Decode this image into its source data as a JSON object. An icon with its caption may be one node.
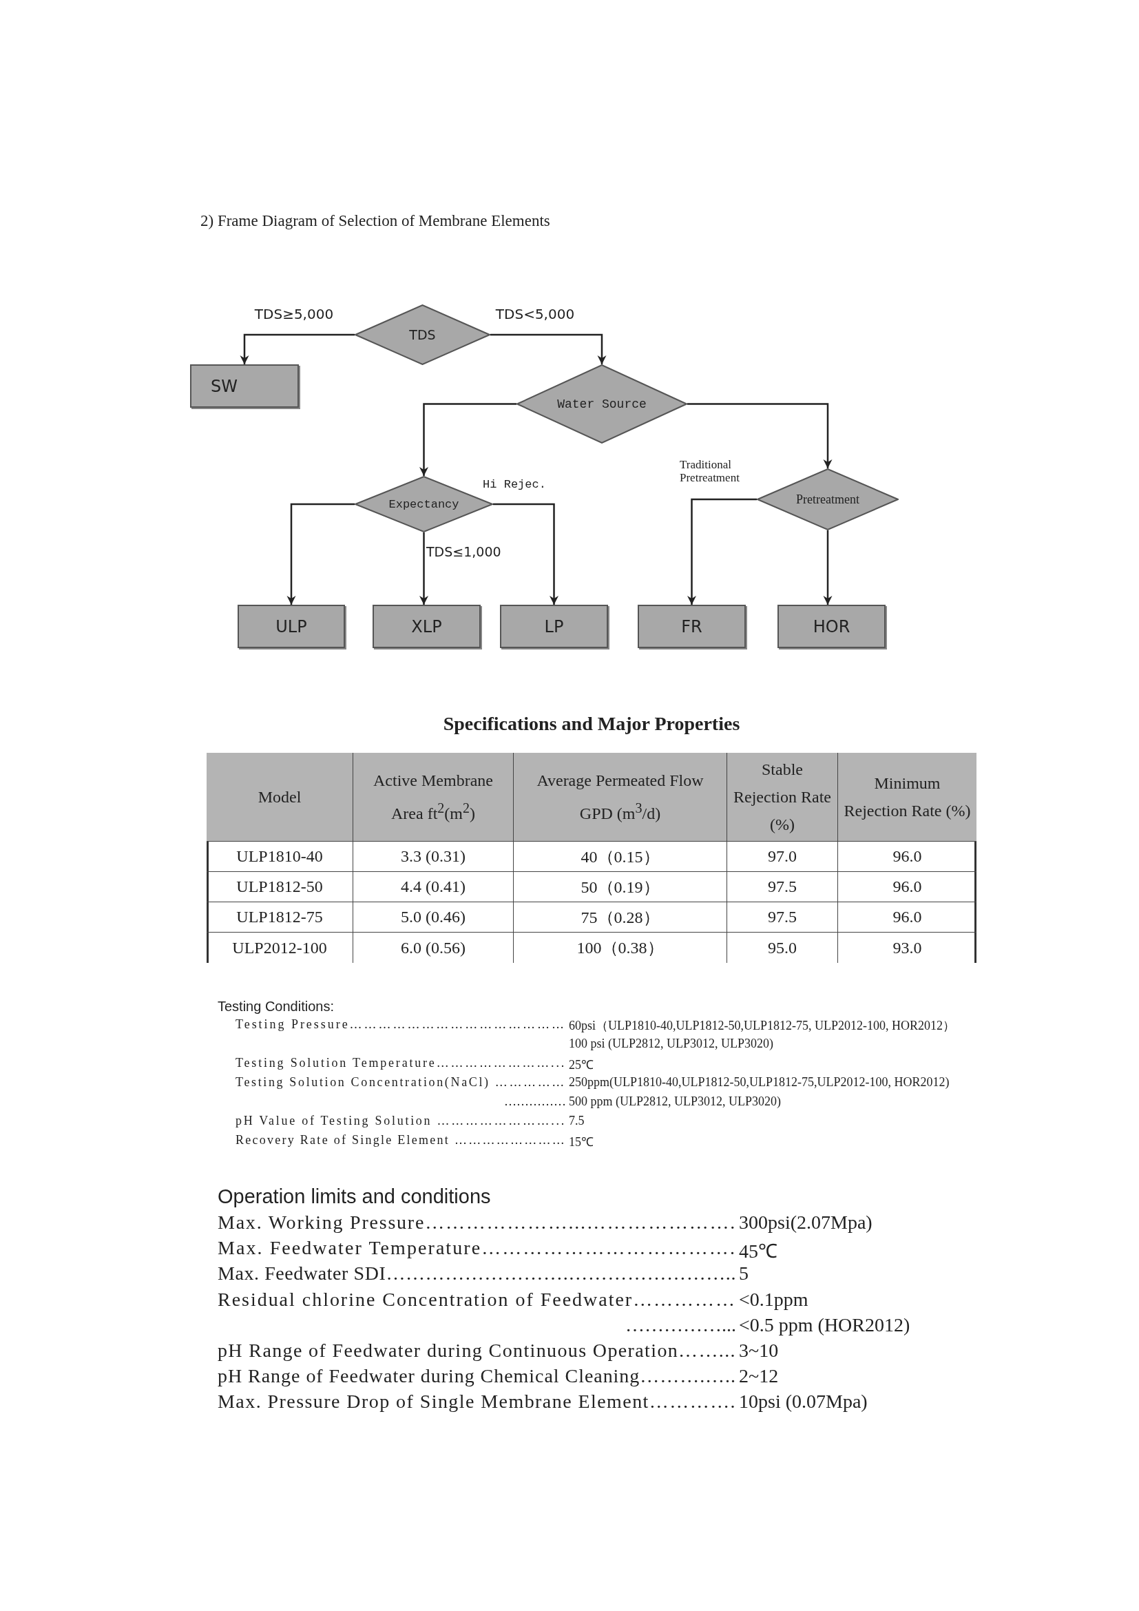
{
  "diagram": {
    "title": "2) Frame Diagram of Selection of Membrane Elements",
    "nodes": [
      {
        "text": [
          "TDS"
        ]
      },
      {
        "text": [
          "SW"
        ]
      },
      {
        "text": [
          "Water Source"
        ]
      },
      {
        "text": [
          "Expectancy"
        ]
      },
      {
        "text": [
          "Pretreatment"
        ]
      },
      {
        "text": [
          "ULP"
        ]
      },
      {
        "text": [
          "XLP"
        ]
      },
      {
        "text": [
          "LP"
        ]
      },
      {
        "text": [
          "FR"
        ]
      },
      {
        "text": [
          "HOR"
        ]
      }
    ],
    "edges": [
      {
        "from": 0,
        "to": 1,
        "arrow": "to",
        "label": "TDS≥5,000"
      },
      {
        "from": 0,
        "to": 2,
        "arrow": "to",
        "label": "TDS<5,000"
      },
      {
        "from": 2,
        "to": 3,
        "arrow": "to"
      },
      {
        "from": 2,
        "to": 4,
        "arrow": "to"
      },
      {
        "from": 3,
        "to": 5,
        "arrow": "to"
      },
      {
        "from": 3,
        "to": 6,
        "arrow": "to",
        "label": "TDS≤1,000"
      },
      {
        "from": 3,
        "to": 7,
        "arrow": "to",
        "label": "Hi Rejec."
      },
      {
        "from": 4,
        "to": 8,
        "arrow": "to",
        "label": "Traditional Pretreatment"
      },
      {
        "from": 4,
        "to": 9,
        "arrow": "to"
      }
    ],
    "labels": [
      "Specifications and Major Properties",
      "Model",
      "Active Membrane Area ft$^{2}$(m$^{2}$)",
      "Average Permeated Flow GPD (m$^{3}$/d)",
      "Stable Rejection Rate (%)",
      "Minimum Rejection Rate (%)",
      "ULP1810-40",
      "3.3 (0.31)",
      "40（0.15）",
      "97.0",
      "96.0",
      "ULP1812-50",
      "4.4 (0.41)",
      "50（0.19）",
      "97.5",
      "96.0",
      "ULP1812-75",
      "5.0 (0.46)",
      "75（0.28）",
      "97.5",
      "96.0",
      "ULP2012-100",
      "6.0 (0.56)",
      "100（0.38）",
      "95.0",
      "93.0",
      "Testing Conditions:",
      "Testing Pressure………………………………………",
      "60psi（ULP1810-40,ULP1812-50,ULP1812-75, ULP2012-100, HOR2012）",
      "100 psi (ULP2812, ULP3012, ULP3020)",
      "Testing Solution Temperature……………………...",
      "25℃",
      "Testing Solution Concentration(NaCl) ……………",
      "250ppm(ULP1810-40,ULP1812-50,ULP1812-75,ULP2012-100, HOR2012)",
      "……………",
      "500 ppm (ULP2812, ULP3012, ULP3020)",
      "pH Value of Testing Solution ……………………...",
      "7.5",
      "Recovery Rate of Single Element ……………………",
      "15℃",
      "Operation limits and conditions",
      "Max. Working Pressure…………………...………………….",
      "300psi(2.07Mpa)",
      "Max. Feedwater Temperature……………………………….",
      "45℃",
      "Max. Feedwater SDI……………………….……………………..",
      "5",
      "Residual chlorine Concentration of Feedwater……………",
      "<0.1ppm",
      "……………...",
      "<0.5 ppm (HOR2012)",
      "pH Range of Feedwater during Continuous Operation……...",
      "3~10",
      "pH Range of Feedwater during Chemical Cleaning……….…..",
      "2~12",
      "Max. Pressure Drop of Single Membrane Element………….",
      "10psi (0.07Mpa)"
    ]
  }
}
